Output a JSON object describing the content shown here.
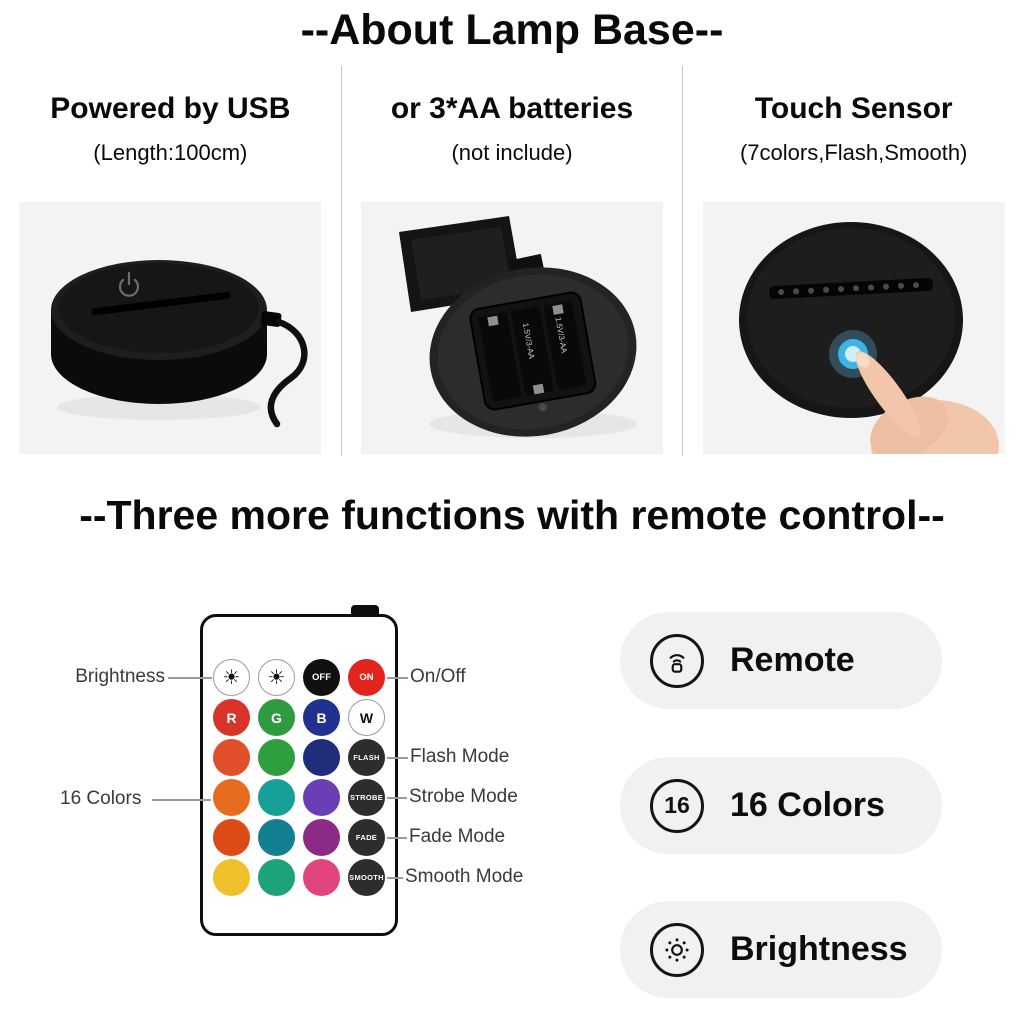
{
  "header": {
    "title": "--About Lamp Base--"
  },
  "panels": [
    {
      "title": "Powered by USB",
      "subtitle": "(Length:100cm)",
      "image": "usb-lamp-base-photo"
    },
    {
      "title": "or 3*AA batteries",
      "subtitle": "(not include)",
      "image": "battery-compartment-photo",
      "battery_labels": [
        "1.5V/3-AA",
        "1.5V/3-AA"
      ]
    },
    {
      "title": "Touch Sensor",
      "subtitle": "(7colors,Flash,Smooth)",
      "image": "touch-sensor-photo"
    }
  ],
  "section2": {
    "title": "--Three more functions with remote control--"
  },
  "remote": {
    "callouts": {
      "brightness": "Brightness",
      "on_off": "On/Off",
      "flash": "Flash Mode",
      "strobe": "Strobe Mode",
      "fade": "Fade Mode",
      "smooth": "Smooth Mode",
      "colors16": "16 Colors"
    },
    "top_row": [
      {
        "name": "brightness-up-button",
        "glyph": "☀",
        "bg": "#ffffff",
        "fg": "#111111",
        "border": true
      },
      {
        "name": "brightness-down-button",
        "glyph": "☀",
        "bg": "#ffffff",
        "fg": "#111111",
        "border": true
      },
      {
        "name": "off-button",
        "label": "OFF",
        "bg": "#101010",
        "fg": "#ffffff"
      },
      {
        "name": "on-button",
        "label": "ON",
        "bg": "#e2241c",
        "fg": "#ffffff"
      }
    ],
    "rgbw_row": [
      {
        "name": "red-button",
        "label": "R",
        "bg": "#d8342a",
        "fg": "#ffffff"
      },
      {
        "name": "green-button",
        "label": "G",
        "bg": "#2e9b3f",
        "fg": "#ffffff"
      },
      {
        "name": "blue-button",
        "label": "B",
        "bg": "#20318f",
        "fg": "#ffffff"
      },
      {
        "name": "white-button",
        "label": "W",
        "bg": "#ffffff",
        "fg": "#111111",
        "border": true
      }
    ],
    "color_rows": [
      {
        "colors": [
          "#e1502a",
          "#2f9e3f",
          "#1f2d7a"
        ],
        "mode": "FLASH"
      },
      {
        "colors": [
          "#e86c1f",
          "#16a098",
          "#6a3fb5"
        ],
        "mode": "STROBE"
      },
      {
        "colors": [
          "#dc4b15",
          "#128091",
          "#8c2b86"
        ],
        "mode": "FADE"
      },
      {
        "colors": [
          "#f0c02c",
          "#1ca37a",
          "#e2447e"
        ],
        "mode": "SMOOTH"
      }
    ],
    "mode_button_bg": "#2d2d2d"
  },
  "features": [
    {
      "icon": "remote-icon",
      "label": "Remote"
    },
    {
      "icon": "16-badge-icon",
      "icon_text": "16",
      "label": "16 Colors"
    },
    {
      "icon": "brightness-icon",
      "label": "Brightness"
    }
  ]
}
